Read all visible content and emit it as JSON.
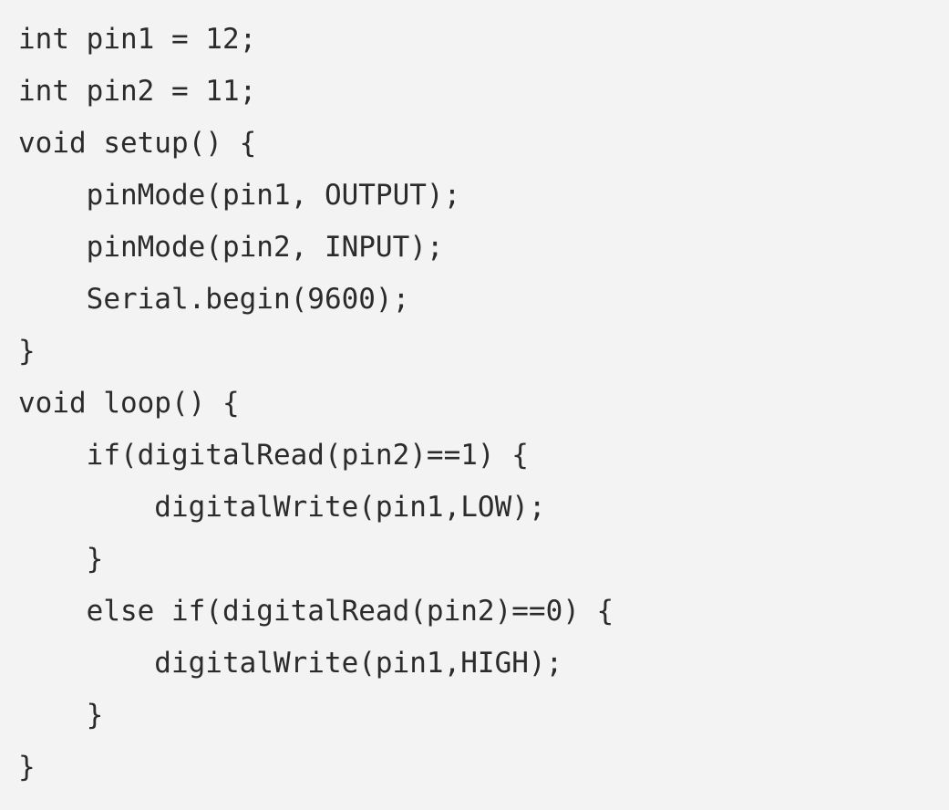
{
  "code": {
    "lines": [
      "int pin1 = 12;",
      "int pin2 = 11;",
      "void setup() {",
      "    pinMode(pin1, OUTPUT);",
      "    pinMode(pin2, INPUT);",
      "    Serial.begin(9600);",
      "}",
      "void loop() {",
      "    if(digitalRead(pin2)==1) {",
      "        digitalWrite(pin1,LOW);",
      "    }",
      "    else if(digitalRead(pin2)==0) {",
      "        digitalWrite(pin1,HIGH);",
      "    }",
      "}"
    ]
  }
}
